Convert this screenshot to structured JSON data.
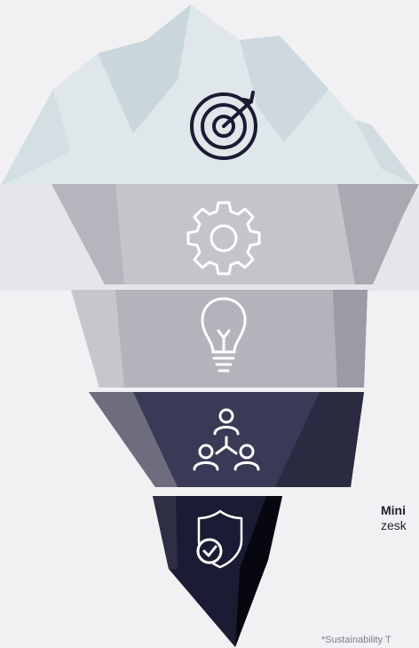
{
  "layers": [
    {
      "id": "tip",
      "icon": "target-icon"
    },
    {
      "id": "layer-2",
      "icon": "gear-icon"
    },
    {
      "id": "layer-3",
      "icon": "lightbulb-icon"
    },
    {
      "id": "layer-4",
      "icon": "people-network-icon"
    },
    {
      "id": "base",
      "icon": "shield-check-icon"
    }
  ],
  "side_text": {
    "line1_bold": "Mini",
    "line2": "zesk"
  },
  "footnote": "*Sustainability T",
  "colors": {
    "background": "#f1f1f4",
    "tip": "#dfe7ea",
    "layer_2": "#c5c5cc",
    "layer_3": "#b3b3bb",
    "layer_4": "#3a3a56",
    "base": "#1b1b33"
  }
}
